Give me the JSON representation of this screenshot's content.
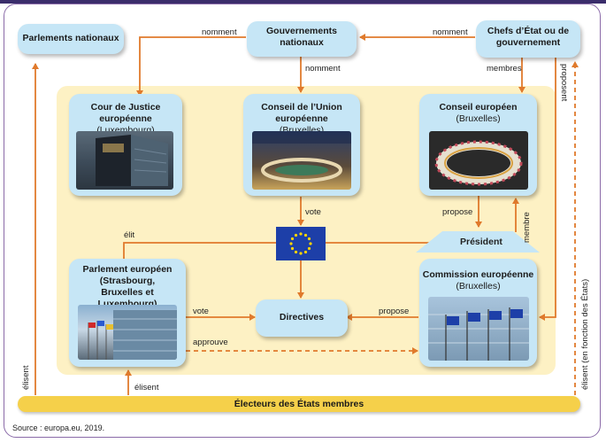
{
  "boxes": {
    "parlements_nationaux": {
      "title": "Parlements nationaux"
    },
    "gouvernements_nationaux": {
      "title": "Gouvernements nationaux"
    },
    "chefs_etat": {
      "title": "Chefs d’État ou de gouvernement"
    },
    "cour_justice": {
      "title": "Cour de Justice européenne",
      "subtitle": "(Luxembourg)"
    },
    "conseil_ue": {
      "title": "Conseil de l’Union européenne",
      "subtitle": "(Bruxelles)"
    },
    "conseil_europeen": {
      "title": "Conseil européen",
      "subtitle": "(Bruxelles)"
    },
    "parlement_europeen": {
      "title": "Parlement européen",
      "subtitle": "(Strasbourg, Bruxelles et Luxembourg)"
    },
    "directives": {
      "title": "Directives"
    },
    "commission": {
      "title": "Commission européenne",
      "subtitle": "(Bruxelles)"
    },
    "president": {
      "title": "Président"
    },
    "electeurs": {
      "title": "Électeurs des États membres"
    }
  },
  "labels": {
    "nomment_left": "nomment",
    "nomment_right": "nomment",
    "nomment_down": "nomment",
    "membres_top": "membres",
    "proposent": "proposent",
    "vote_center": "vote",
    "elit": "élit",
    "propose_top": "propose",
    "membre": "membre",
    "vote_left": "vote",
    "propose_bottom": "propose",
    "approuve": "approuve",
    "elisent_bottom": "élisent",
    "elisent_left": "élisent",
    "elisent_right": "élisent (en fonction des États)"
  },
  "source": "Source : europa.eu, 2019.",
  "colors": {
    "box": "#c6e6f6",
    "arrow": "#e07a2c",
    "panel": "#fdf1c4",
    "electeurs": "#f5d04a",
    "frame": "#8a6aa8"
  }
}
